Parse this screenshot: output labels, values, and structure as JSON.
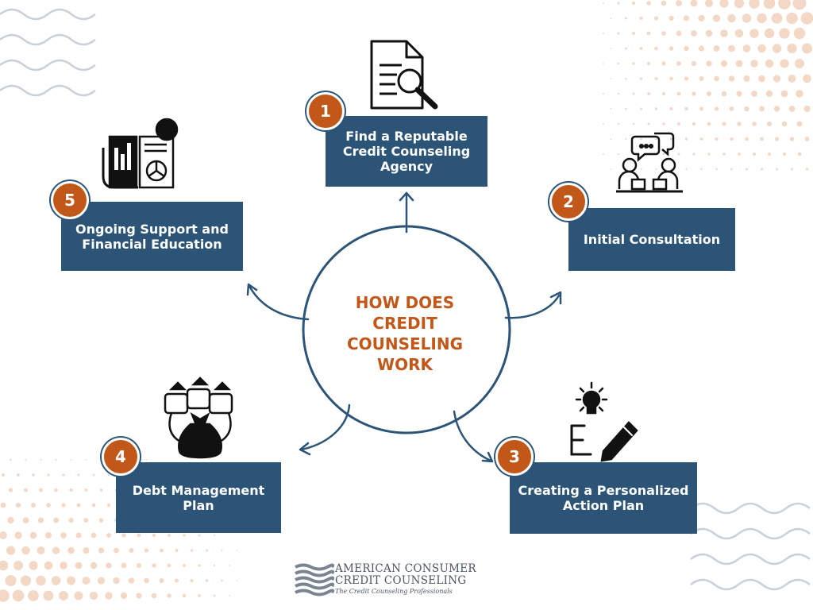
{
  "center": {
    "title": "HOW DOES CREDIT COUNSELING WORK"
  },
  "steps": [
    {
      "number": "1",
      "label": "Find a Reputable Credit Counseling Agency",
      "icon": "document-search-icon"
    },
    {
      "number": "2",
      "label": "Initial Consultation",
      "icon": "consultation-icon"
    },
    {
      "number": "3",
      "label": "Creating a Personalized Action Plan",
      "icon": "idea-pencil-icon"
    },
    {
      "number": "4",
      "label": "Debt Management Plan",
      "icon": "money-bags-icon"
    },
    {
      "number": "5",
      "label": "Ongoing Support and Financial Education",
      "icon": "financial-education-icon"
    }
  ],
  "logo": {
    "line1": "AMERICAN CONSUMER",
    "line2": "CREDIT COUNSELING",
    "tagline": "The Credit Counseling Professionals"
  },
  "colors": {
    "box": "#2c5477",
    "badge": "#c2571a",
    "title": "#c2571a",
    "deco_dots": "#f3d8c6",
    "deco_waves": "#c8d0dc"
  }
}
